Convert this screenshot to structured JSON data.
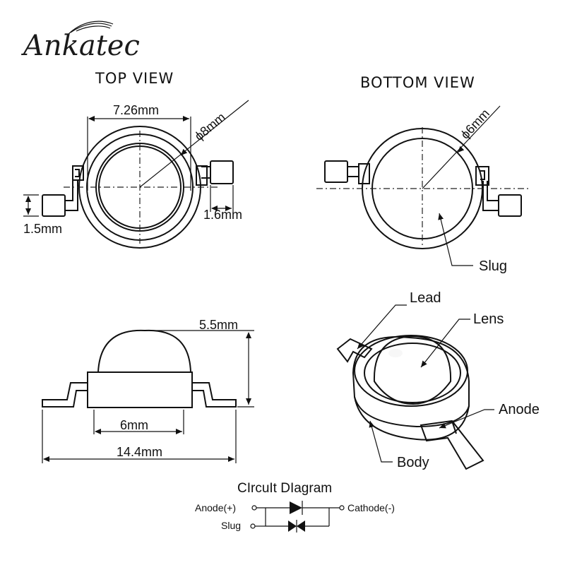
{
  "brand": {
    "name": "Ankatec"
  },
  "top_view": {
    "title": "TOP VIEW",
    "dim_width": "7.26mm",
    "dim_diameter": "ϕ8mm",
    "dim_lead_height": "1.5mm",
    "dim_lead_width": "1.6mm"
  },
  "bottom_view": {
    "title": "BOTTOM VIEW",
    "dim_diameter": "ϕ6mm",
    "label_slug": "Slug"
  },
  "side_view": {
    "dim_height": "5.5mm",
    "dim_body": "6mm",
    "dim_total": "14.4mm"
  },
  "perspective_view": {
    "label_lead": "Lead",
    "label_lens": "Lens",
    "label_anode": "Anode",
    "label_body": "Body"
  },
  "circuit": {
    "title": "CIrcuIt DIagram",
    "anode_label": "Anode(+)",
    "cathode_label": "Cathode(-)",
    "slug_label": "Slug"
  }
}
